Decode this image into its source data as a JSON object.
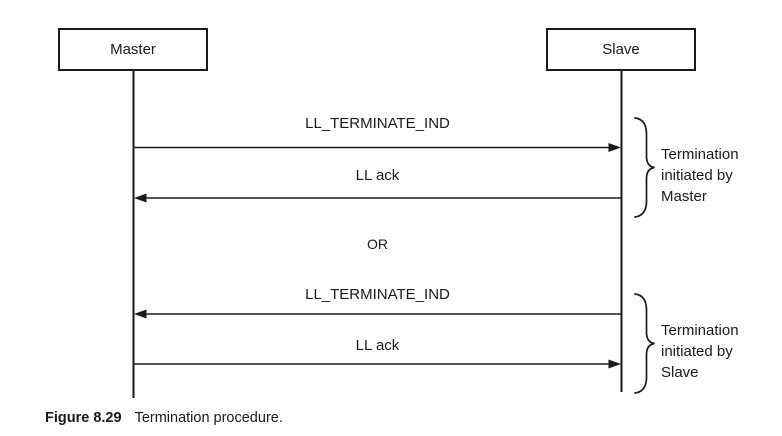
{
  "diagram": {
    "actors": [
      {
        "label": "Master"
      },
      {
        "label": "Slave"
      }
    ],
    "sequence_master_initiated": {
      "messages": [
        {
          "label": "LL_TERMINATE_IND",
          "from": "Master",
          "to": "Slave",
          "direction": "right"
        },
        {
          "label": "LL ack",
          "from": "Slave",
          "to": "Master",
          "direction": "left"
        }
      ],
      "annotation": "Termination initiated by Master"
    },
    "or_label": "OR",
    "sequence_slave_initiated": {
      "messages": [
        {
          "label": "LL_TERMINATE_IND",
          "from": "Slave",
          "to": "Master",
          "direction": "left"
        },
        {
          "label": "LL ack",
          "from": "Master",
          "to": "Slave",
          "direction": "right"
        }
      ],
      "annotation": "Termination initiated by Slave"
    },
    "caption": {
      "number": "Figure 8.29",
      "text": "Termination procedure."
    },
    "colors": {
      "line": "#1a1a1a",
      "text": "#1a1a1a",
      "background": "#ffffff"
    }
  }
}
